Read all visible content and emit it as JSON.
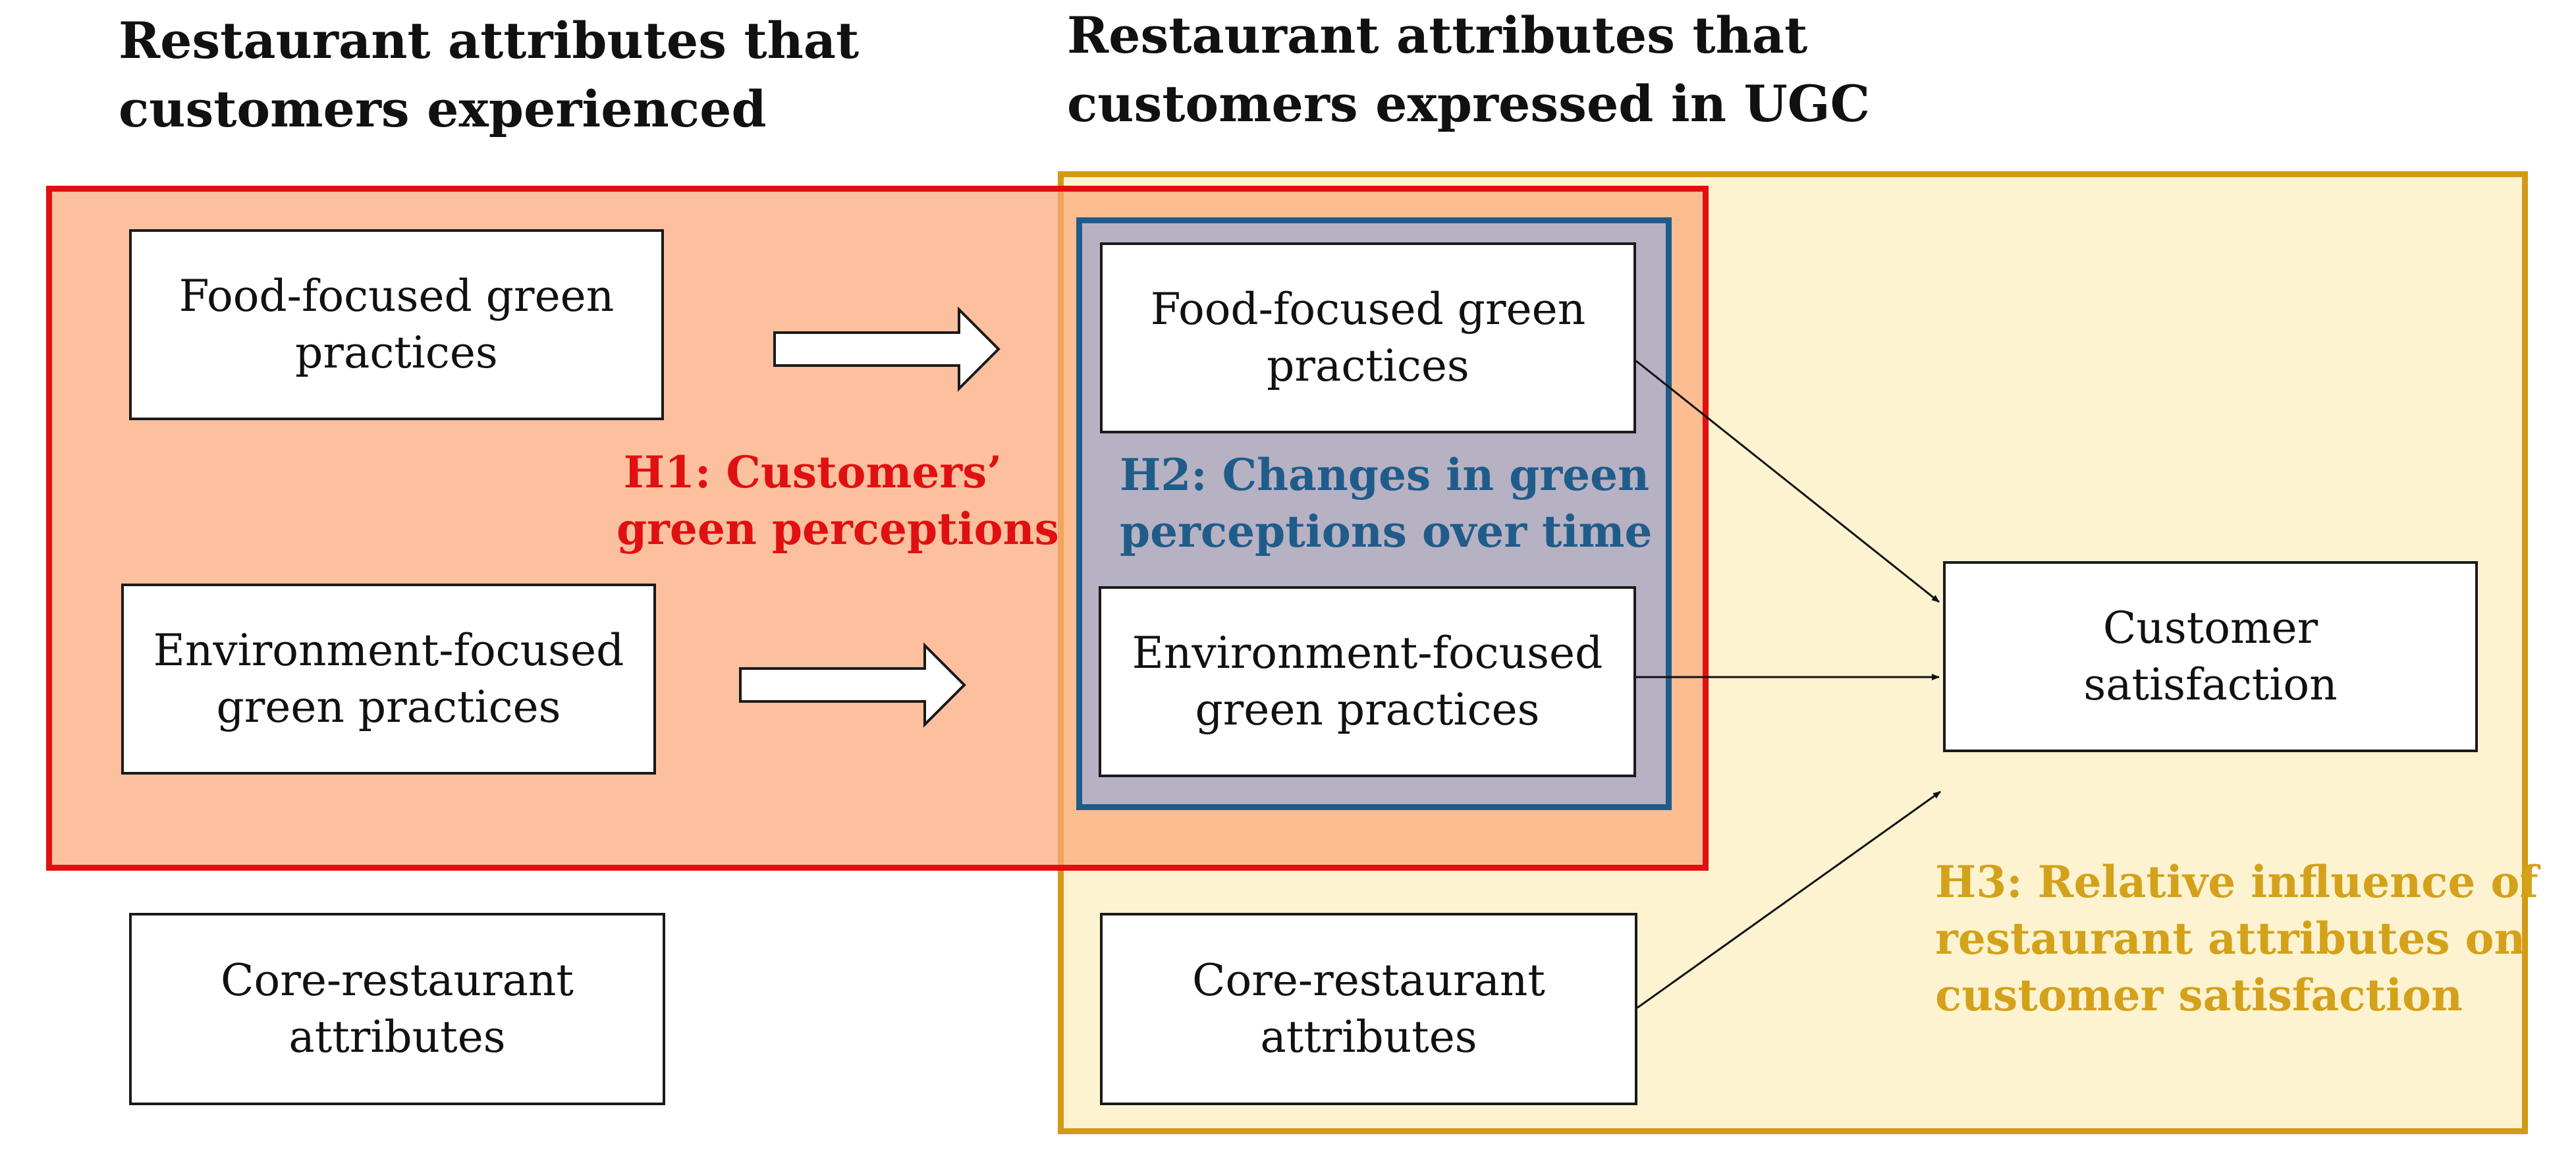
{
  "titles": {
    "experienced": [
      "Restaurant attributes that",
      "customers experienced"
    ],
    "expressed": [
      "Restaurant attributes that",
      "customers expressed in UGC"
    ]
  },
  "left_boxes": {
    "food": [
      "Food-focused green",
      "practices"
    ],
    "environment": [
      "Environment-focused",
      "green practices"
    ],
    "core": [
      "Core-restaurant",
      "attributes"
    ]
  },
  "right_boxes": {
    "food": [
      "Food-focused green",
      "practices"
    ],
    "environment": [
      "Environment-focused",
      "green practices"
    ],
    "core": [
      "Core-restaurant",
      "attributes"
    ]
  },
  "outcome_box": [
    "Customer",
    "satisfaction"
  ],
  "hypotheses": {
    "h1": [
      "H1: Customers’",
      "green perceptions"
    ],
    "h2": [
      "H2: Changes in green",
      "perceptions over time"
    ],
    "h3": [
      "H3: Relative influence of",
      "restaurant attributes on",
      "customer satisfaction"
    ]
  },
  "colors": {
    "h1": "#e01010",
    "h2": "#1f5c8a",
    "h3": "#d4a11a",
    "region_experienced_fill": "#fcc5a2",
    "region_expressed_fill": "#fdf3d0",
    "region_overlap_fill": "#fab98a",
    "region_h2_fill": "#b7b1c4"
  }
}
